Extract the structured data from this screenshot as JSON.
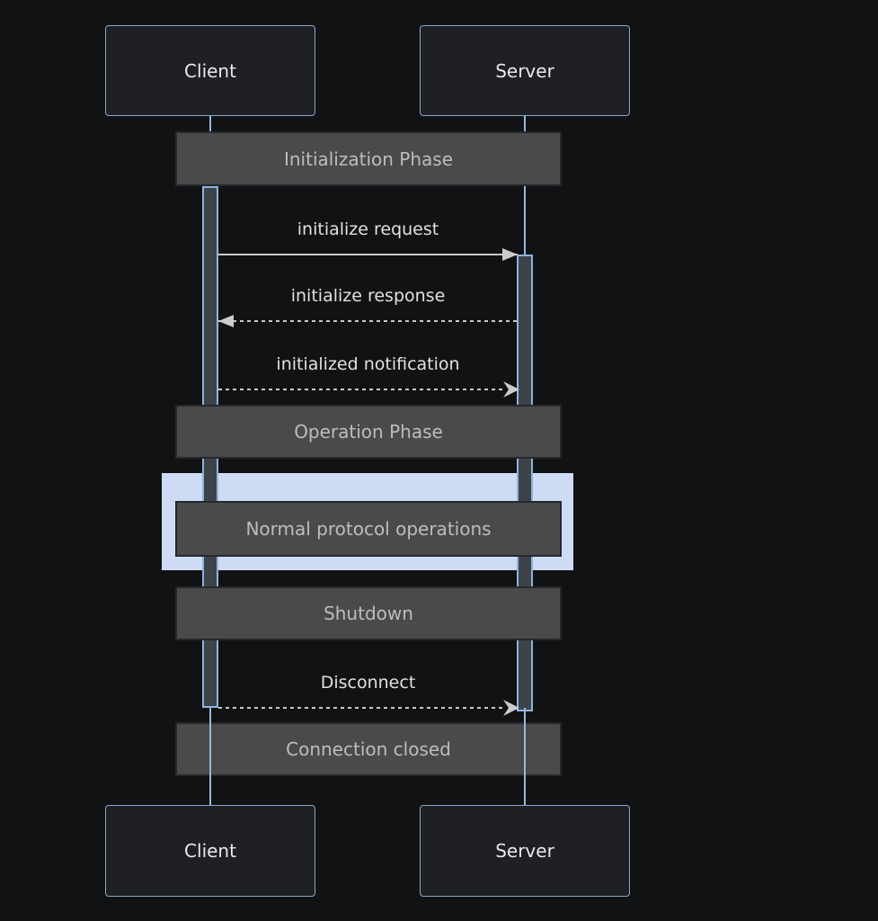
{
  "diagram": {
    "type": "sequence-diagram",
    "actors": {
      "client": {
        "label": "Client"
      },
      "server": {
        "label": "Server"
      }
    },
    "notes": {
      "initialization_phase": {
        "label": "Initialization Phase"
      },
      "operation_phase": {
        "label": "Operation Phase"
      },
      "normal_operations": {
        "label": "Normal protocol operations",
        "highlighted": true
      },
      "shutdown": {
        "label": "Shutdown"
      },
      "connection_closed": {
        "label": "Connection closed"
      }
    },
    "messages": {
      "initialize_request": {
        "label": "initialize request",
        "from": "Client",
        "to": "Server",
        "line": "solid",
        "arrowhead": "filled"
      },
      "initialize_response": {
        "label": "initialize response",
        "from": "Server",
        "to": "Client",
        "line": "dashed",
        "arrowhead": "filled"
      },
      "initialized_notification": {
        "label": "initialized notification",
        "from": "Client",
        "to": "Server",
        "line": "dashed",
        "arrowhead": "open"
      },
      "disconnect": {
        "label": "Disconnect",
        "from": "Client",
        "to": "Server",
        "line": "dashed",
        "arrowhead": "open"
      }
    },
    "colors": {
      "background": "#111213",
      "actor_fill": "#1e2023",
      "actor_border": "#85aad2",
      "actor_text": "#e8eaec",
      "lifeline": "#96b9de",
      "note_fill": "#4a4a4a",
      "note_border": "#25282c",
      "note_text": "#bbbdbf",
      "activation_fill": "#3e434a",
      "activation_border": "#8cb4dd",
      "message_text": "#dfe1e3",
      "message_line": "#c9c9c9",
      "arrowhead": "#cccccc",
      "highlight_fill": "#cddcf4"
    }
  }
}
